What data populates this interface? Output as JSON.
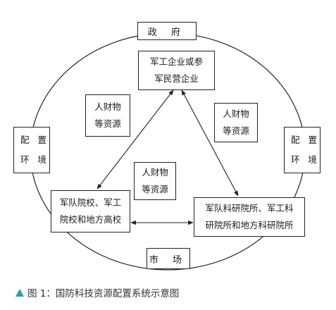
{
  "nodes": {
    "government": {
      "label": "政 府"
    },
    "market": {
      "label": "市 场"
    },
    "env_left": {
      "lines": [
        "配 置",
        "环 境"
      ]
    },
    "env_right": {
      "lines": [
        "配 置",
        "环 境"
      ]
    },
    "enterprise": {
      "lines": [
        "军工企业或参",
        "军民营企业"
      ]
    },
    "universities": {
      "lines": [
        "军队院校、军工",
        "院校和地方高校"
      ]
    },
    "institutes": {
      "lines": [
        "军队科研院所、军工科",
        "研院所和地方科研院所"
      ]
    }
  },
  "flows": {
    "left": {
      "lines": [
        "人财物",
        "等资源"
      ]
    },
    "right": {
      "lines": [
        "人财物",
        "等资源"
      ]
    },
    "bottom": {
      "lines": [
        "人财物",
        "等资源"
      ]
    }
  },
  "caption": {
    "text": "图 1：国防科技资源配置系统示意图"
  },
  "colors": {
    "caption_marker": "#2a9bb5",
    "line": "#222222"
  }
}
